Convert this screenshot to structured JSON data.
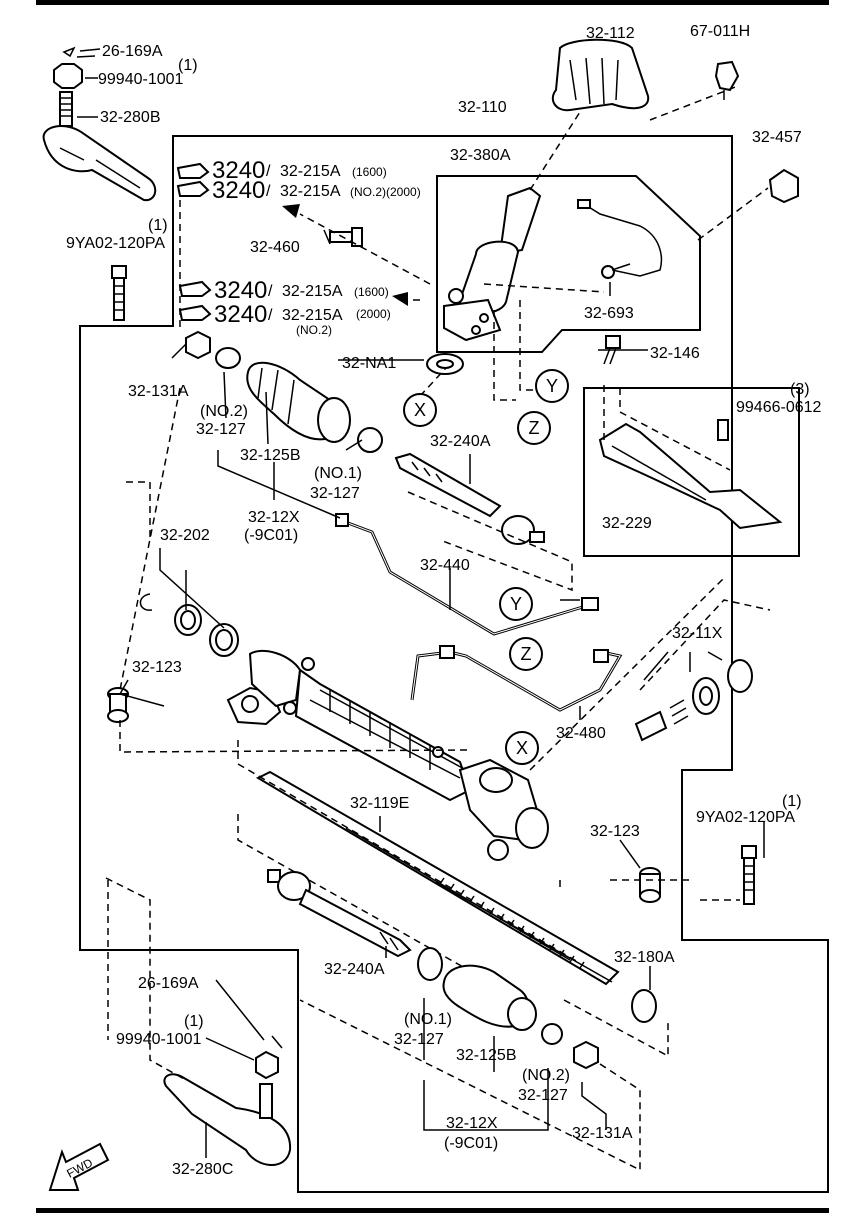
{
  "labels": {
    "l_26_169a_top": "26-169A",
    "l_qty1_top": "(1)",
    "l_99940_top": "99940-1001",
    "l_32_280b": "32-280B",
    "l_32_110": "32-110",
    "l_32_112": "32-112",
    "l_67_011h": "67-011H",
    "l_32_457": "32-457",
    "l_32_380a": "32-380A",
    "l_qty1_9ya_top": "(1)",
    "l_9ya02_top": "9YA02-120PA",
    "l_32_460": "32-460",
    "l_32_693": "32-693",
    "l_32_146": "32-146",
    "l_32_na1": "32-NA1",
    "l_32_131a_top": "32-131A",
    "l_no2_top": "(NO.2)",
    "l_32_127_a": "32-127",
    "l_32_125b_top": "32-125B",
    "l_no1_top": "(NO.1)",
    "l_32_127_b": "32-127",
    "l_32_240a_top": "32-240A",
    "l_qty3": "(3)",
    "l_99466": "99466-0612",
    "l_32_229": "32-229",
    "l_32_12x_top": "32-12X",
    "l_9c01_top": "(-9C01)",
    "l_32_202": "32-202",
    "l_32_440": "32-440",
    "l_32_11x": "32-11X",
    "l_32_123_left": "32-123",
    "l_32_480": "32-480",
    "l_qty1_9ya_right": "(1)",
    "l_9ya02_right": "9YA02-120PA",
    "l_32_119e": "32-119E",
    "l_32_123_right": "32-123",
    "l_32_180a": "32-180A",
    "l_32_240a_bot": "32-240A",
    "l_26_169a_bot": "26-169A",
    "l_qty1_bot": "(1)",
    "l_99940_bot": "99940-1001",
    "l_no1_bot": "(NO.1)",
    "l_32_127_c": "32-127",
    "l_32_125b_bot": "32-125B",
    "l_no2_bot": "(NO.2)",
    "l_32_127_d": "32-127",
    "l_32_12x_bot": "32-12X",
    "l_9c01_bot": "(-9C01)",
    "l_32_131a_bot": "32-131A",
    "l_32_280c": "32-280C",
    "fwd": "FWD"
  },
  "references": [
    {
      "num": "3240",
      "ref": "32-215A",
      "note": "(1600)"
    },
    {
      "num": "3240",
      "ref": "32-215A",
      "note": "(NO.2)(2000)"
    },
    {
      "num": "3240",
      "ref": "32-215A",
      "note": "(1600)"
    },
    {
      "num": "3240",
      "ref": "32-215A",
      "note": "(2000)",
      "note2": "(NO.2)"
    }
  ],
  "callouts": {
    "x": "X",
    "y": "Y",
    "z": "Z"
  }
}
